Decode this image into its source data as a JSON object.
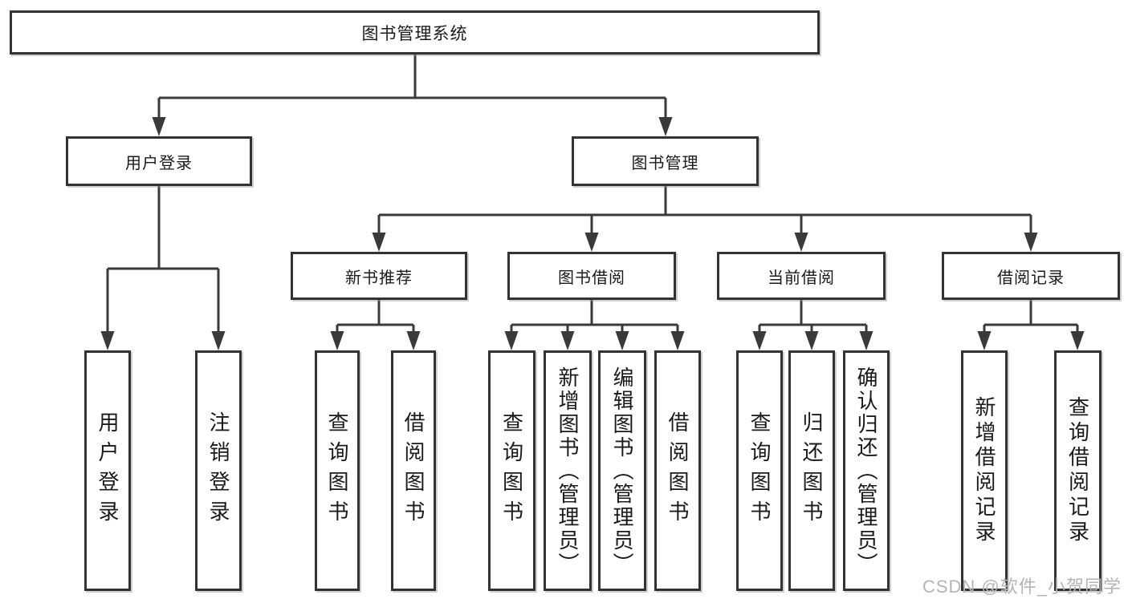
{
  "diagram": {
    "root": {
      "label": "图书管理系统"
    },
    "level2": [
      {
        "label": "用户登录"
      },
      {
        "label": "图书管理"
      }
    ],
    "level3": [
      {
        "label": "新书推荐"
      },
      {
        "label": "图书借阅"
      },
      {
        "label": "当前借阅"
      },
      {
        "label": "借阅记录"
      }
    ],
    "leaves": {
      "user_login": [
        "用户登录",
        "注销登录"
      ],
      "new_books": [
        "查询图书",
        "借阅图书"
      ],
      "book_borrow": [
        "查询图书",
        "新增图书（管理员）",
        "编辑图书（管理员）",
        "借阅图书"
      ],
      "current_borrow": [
        "查询图书",
        "归还图书",
        "确认归还（管理员）"
      ],
      "borrow_records": [
        "新增借阅记录",
        "查询借阅记录"
      ]
    },
    "line_color": "#3a3a3a"
  },
  "page": {
    "watermark": "CSDN @软件_小贺同学"
  }
}
